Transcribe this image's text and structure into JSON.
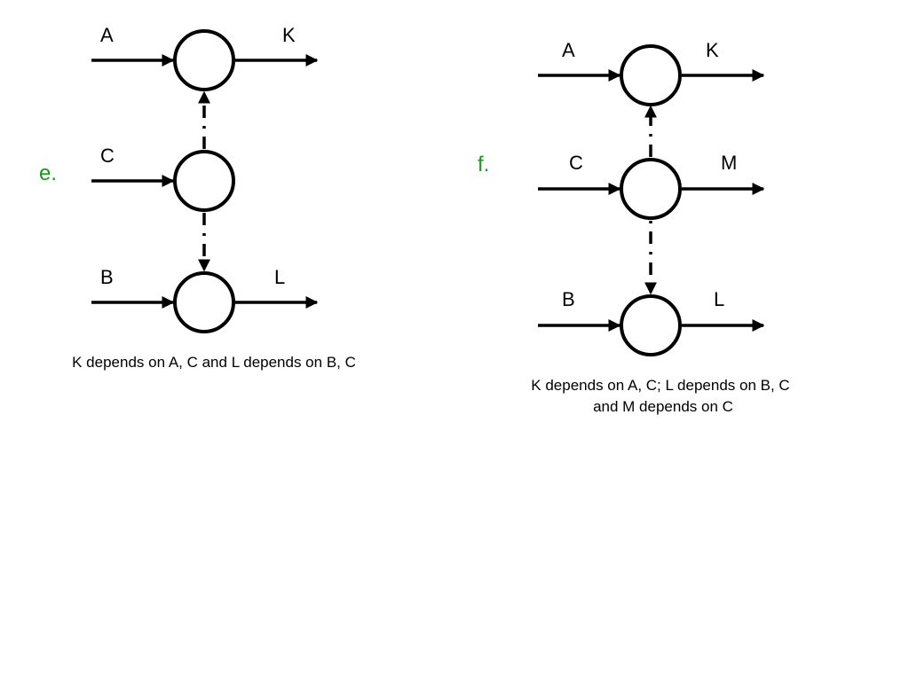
{
  "diagram_e": {
    "tag": "e.",
    "labels": {
      "a": "A",
      "k": "K",
      "c": "C",
      "b": "B",
      "l": "L"
    },
    "caption": "K depends on A, C and L depends on B, C"
  },
  "diagram_f": {
    "tag": "f.",
    "labels": {
      "a": "A",
      "k": "K",
      "c": "C",
      "m": "M",
      "b": "B",
      "l": "L"
    },
    "caption_line1": "K depends on A, C; L depends on B, C",
    "caption_line2": "and M depends on C"
  },
  "colors": {
    "tag": "#1a9a1a",
    "stroke": "#000000"
  }
}
